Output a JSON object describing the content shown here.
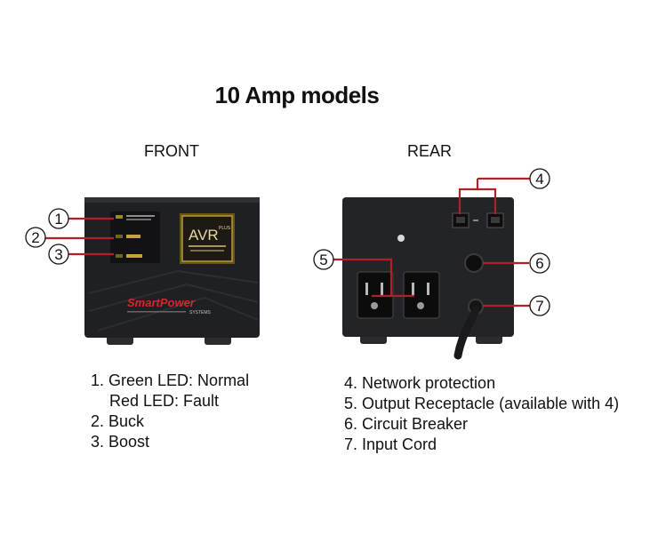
{
  "title": "10 Amp models",
  "front_label": "FRONT",
  "rear_label": "REAR",
  "device_front": {
    "logo_text": "AVR",
    "logo_sup": "PLUS",
    "brand": "SmartPower",
    "brand_sub": "SYSTEMS"
  },
  "callouts": [
    "1",
    "2",
    "3",
    "4",
    "5",
    "6",
    "7"
  ],
  "front_list": [
    {
      "text": "1. Green LED: Normal"
    },
    {
      "text": "Red LED: Fault",
      "indent": true
    },
    {
      "text": "2. Buck"
    },
    {
      "text": "3. Boost"
    }
  ],
  "rear_list": [
    {
      "text": "4. Network protection"
    },
    {
      "text": "5. Output Receptacle (available with 4)"
    },
    {
      "text": "6. Circuit Breaker"
    },
    {
      "text": "7. Input Cord"
    }
  ],
  "colors": {
    "leader_line": "#b0202a",
    "device_body": "#1e1f22",
    "brand_red": "#d8262e"
  }
}
